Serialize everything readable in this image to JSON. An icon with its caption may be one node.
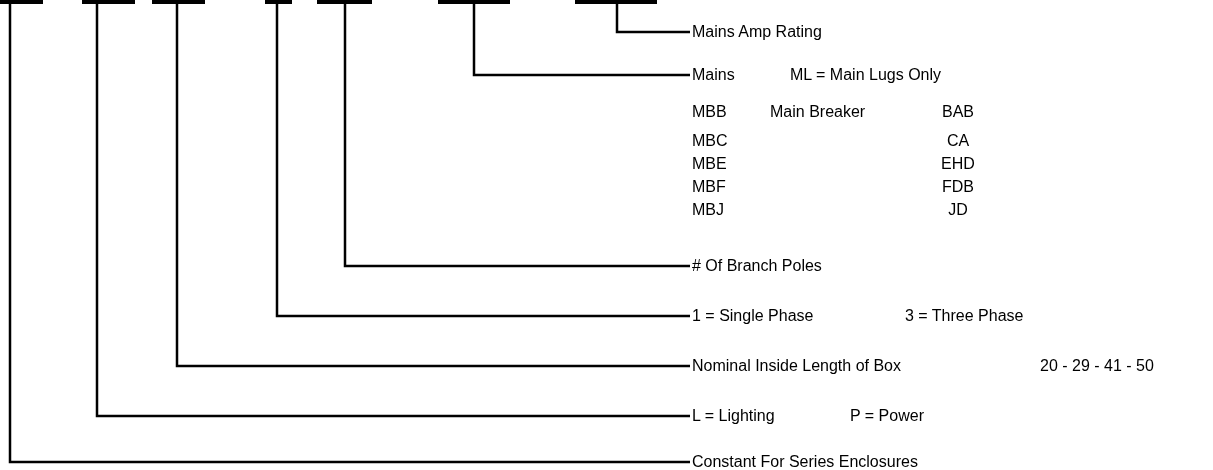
{
  "diagram": {
    "nodes": [
      {
        "text": [],
        "shape": "bar"
      },
      {
        "text": [],
        "shape": "bar"
      },
      {
        "text": [],
        "shape": "bar"
      },
      {
        "text": [],
        "shape": "bar"
      },
      {
        "text": [],
        "shape": "bar"
      },
      {
        "text": [],
        "shape": "bar"
      },
      {
        "text": [],
        "shape": "bar"
      },
      {
        "text": [
          "Mains Amp Rating"
        ]
      },
      {
        "text": [
          "Mains",
          "ML =  Main Lugs Only"
        ]
      },
      {
        "text": [
          "# Of Branch Poles"
        ]
      },
      {
        "text": [
          "1 = Single Phase",
          "3 = Three Phase"
        ]
      },
      {
        "text": [
          "Nominal Inside Length of Box",
          "20 - 29 - 41 - 50"
        ]
      },
      {
        "text": [
          "L = Lighting",
          "P = Power"
        ]
      },
      {
        "text": [
          "Constant For Series Enclosures"
        ]
      }
    ],
    "edges": [
      {
        "from": 6,
        "to": 7,
        "arrow": "none"
      },
      {
        "from": 5,
        "to": 8,
        "arrow": "none"
      },
      {
        "from": 4,
        "to": 9,
        "arrow": "none"
      },
      {
        "from": 3,
        "to": 10,
        "arrow": "none"
      },
      {
        "from": 2,
        "to": 11,
        "arrow": "none"
      },
      {
        "from": 1,
        "to": 12,
        "arrow": "none"
      },
      {
        "from": 0,
        "to": 13,
        "arrow": "none"
      }
    ],
    "labels": [
      "MBB",
      "Main Breaker",
      "BAB",
      "MBC",
      "CA",
      "MBE",
      "EHD",
      "MBF",
      "FDB",
      "MBJ",
      "JD"
    ]
  }
}
